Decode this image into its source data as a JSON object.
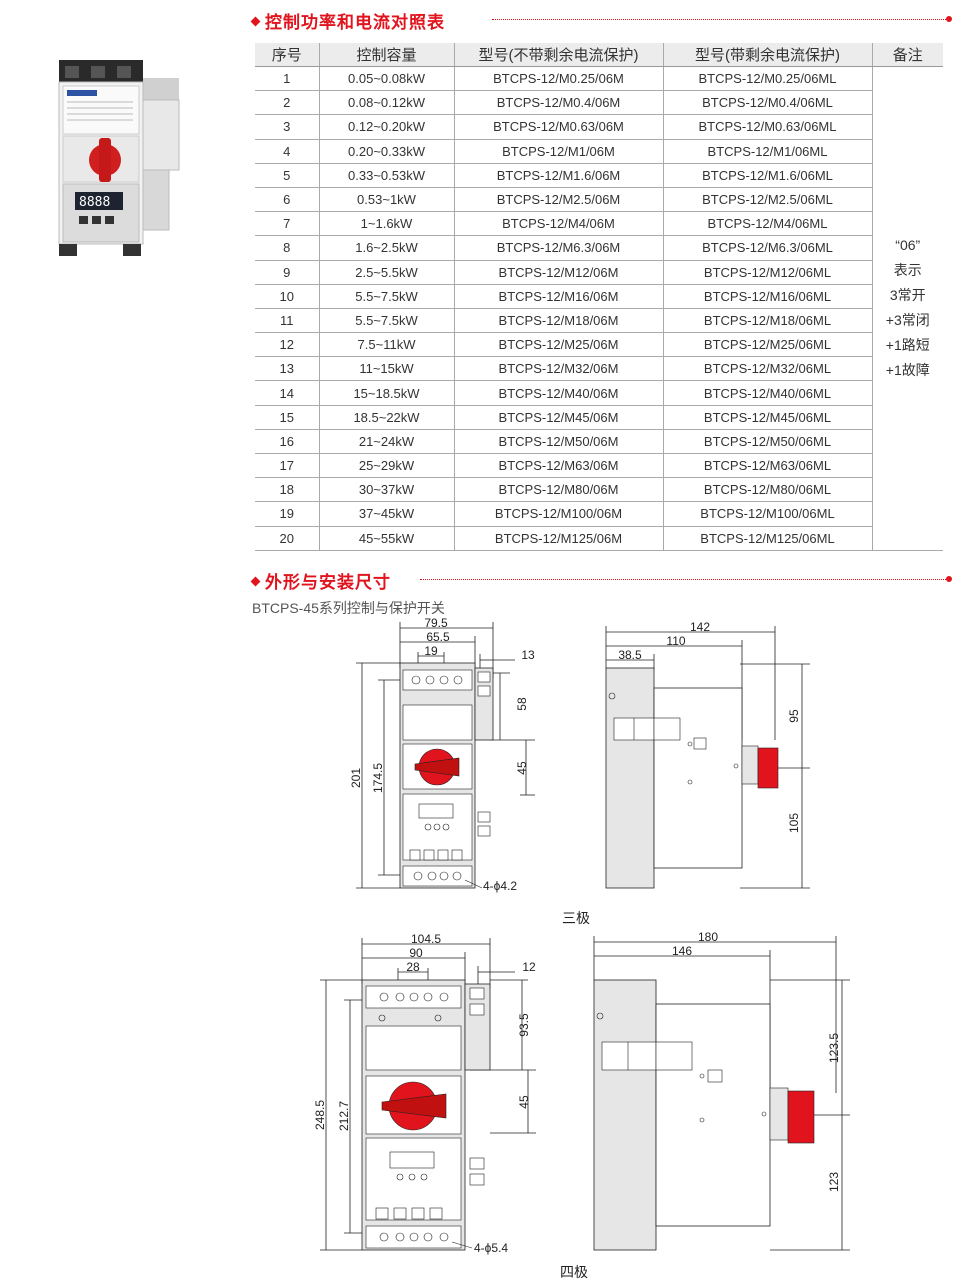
{
  "section1": {
    "title": "控制功率和电流对照表"
  },
  "table": {
    "headers": [
      "序号",
      "控制容量",
      "型号(不带剩余电流保护)",
      "型号(带剩余电流保护)",
      "备注"
    ],
    "rows": [
      [
        "1",
        "0.05~0.08kW",
        "BTCPS-12/M0.25/06M",
        "BTCPS-12/M0.25/06ML"
      ],
      [
        "2",
        "0.08~0.12kW",
        "BTCPS-12/M0.4/06M",
        "BTCPS-12/M0.4/06ML"
      ],
      [
        "3",
        "0.12~0.20kW",
        "BTCPS-12/M0.63/06M",
        "BTCPS-12/M0.63/06ML"
      ],
      [
        "4",
        "0.20~0.33kW",
        "BTCPS-12/M1/06M",
        "BTCPS-12/M1/06ML"
      ],
      [
        "5",
        "0.33~0.53kW",
        "BTCPS-12/M1.6/06M",
        "BTCPS-12/M1.6/06ML"
      ],
      [
        "6",
        "0.53~1kW",
        "BTCPS-12/M2.5/06M",
        "BTCPS-12/M2.5/06ML"
      ],
      [
        "7",
        "1~1.6kW",
        "BTCPS-12/M4/06M",
        "BTCPS-12/M4/06ML"
      ],
      [
        "8",
        "1.6~2.5kW",
        "BTCPS-12/M6.3/06M",
        "BTCPS-12/M6.3/06ML"
      ],
      [
        "9",
        "2.5~5.5kW",
        "BTCPS-12/M12/06M",
        "BTCPS-12/M12/06ML"
      ],
      [
        "10",
        "5.5~7.5kW",
        "BTCPS-12/M16/06M",
        "BTCPS-12/M16/06ML"
      ],
      [
        "11",
        "5.5~7.5kW",
        "BTCPS-12/M18/06M",
        "BTCPS-12/M18/06ML"
      ],
      [
        "12",
        "7.5~11kW",
        "BTCPS-12/M25/06M",
        "BTCPS-12/M25/06ML"
      ],
      [
        "13",
        "11~15kW",
        "BTCPS-12/M32/06M",
        "BTCPS-12/M32/06ML"
      ],
      [
        "14",
        "15~18.5kW",
        "BTCPS-12/M40/06M",
        "BTCPS-12/M40/06ML"
      ],
      [
        "15",
        "18.5~22kW",
        "BTCPS-12/M45/06M",
        "BTCPS-12/M45/06ML"
      ],
      [
        "16",
        "21~24kW",
        "BTCPS-12/M50/06M",
        "BTCPS-12/M50/06ML"
      ],
      [
        "17",
        "25~29kW",
        "BTCPS-12/M63/06M",
        "BTCPS-12/M63/06ML"
      ],
      [
        "18",
        "30~37kW",
        "BTCPS-12/M80/06M",
        "BTCPS-12/M80/06ML"
      ],
      [
        "19",
        "37~45kW",
        "BTCPS-12/M100/06M",
        "BTCPS-12/M100/06ML"
      ],
      [
        "20",
        "45~55kW",
        "BTCPS-12/M125/06M",
        "BTCPS-12/M125/06ML"
      ]
    ],
    "note_lines": [
      "“06”",
      "表示",
      "3常开",
      "+3常闭",
      "+1路短",
      "+1故障"
    ]
  },
  "section2": {
    "title": "外形与安装尺寸",
    "subtitle": "BTCPS-45系列控制与保护开关"
  },
  "drawing3": {
    "caption": "三极",
    "dims": {
      "w_total": "79.5",
      "w_body": "65.5",
      "w_center": "19",
      "w_side": "13",
      "h_total": "201",
      "h_inner": "174.5",
      "h_top": "58",
      "h_knob": "45",
      "holes": "4-ϕ4.2",
      "depth_total": "142",
      "depth_mid": "110",
      "depth_rail": "38.5",
      "h_upper": "95",
      "h_lower": "105"
    }
  },
  "drawing4": {
    "caption": "四极",
    "dims": {
      "w_total": "104.5",
      "w_body": "90",
      "w_center": "28",
      "w_side": "12",
      "h_total": "248.5",
      "h_inner": "212.7",
      "h_top": "93.5",
      "h_knob": "45",
      "holes": "4-ϕ5.4",
      "depth_total": "180",
      "depth_mid": "146",
      "h_upper": "123.5",
      "h_lower": "123"
    }
  },
  "colors": {
    "accent": "#e1141e",
    "body_gray": "#e6e6e6",
    "knob_red": "#e1141e"
  }
}
